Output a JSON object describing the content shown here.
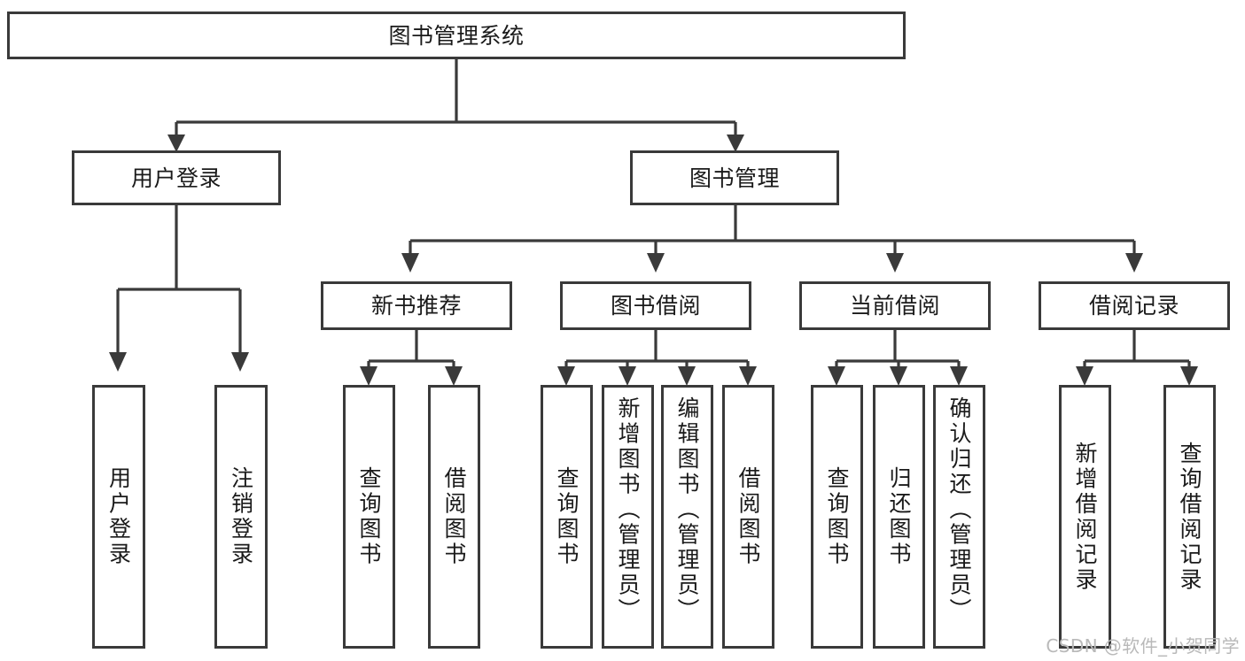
{
  "diagram": {
    "type": "tree",
    "title": "图书管理系统",
    "orientation": "top-down",
    "watermark": "CSDN @软件_小贺同学",
    "colors": {
      "stroke": "#3a3a3a",
      "box_fill": "#ffffff",
      "text": "#1a1a1a",
      "background": "#ffffff",
      "watermark": "#b9b9b9"
    },
    "nodes": {
      "root": {
        "label": "图书管理系统"
      },
      "level2": [
        {
          "id": "user-login",
          "label": "用户登录"
        },
        {
          "id": "book-manage",
          "label": "图书管理"
        }
      ],
      "level3": [
        {
          "id": "new-book-recommend",
          "label": "新书推荐"
        },
        {
          "id": "book-borrow",
          "label": "图书借阅"
        },
        {
          "id": "current-borrow",
          "label": "当前借阅"
        },
        {
          "id": "borrow-record",
          "label": "借阅记录"
        }
      ],
      "leaves": [
        {
          "id": "leaf-user-login",
          "label": "用户登录",
          "parent": "user-login"
        },
        {
          "id": "leaf-user-logout",
          "label": "注销登录",
          "parent": "user-login"
        },
        {
          "id": "leaf-query-book-1",
          "label": "查询图书",
          "parent": "new-book-recommend"
        },
        {
          "id": "leaf-borrow-book-1",
          "label": "借阅图书",
          "parent": "new-book-recommend"
        },
        {
          "id": "leaf-query-book-2",
          "label": "查询图书",
          "parent": "book-borrow"
        },
        {
          "id": "leaf-add-book",
          "label": "新增图书（管理员）",
          "parent": "book-borrow"
        },
        {
          "id": "leaf-edit-book",
          "label": "编辑图书（管理员）",
          "parent": "book-borrow"
        },
        {
          "id": "leaf-borrow-book-2",
          "label": "借阅图书",
          "parent": "book-borrow"
        },
        {
          "id": "leaf-query-book-3",
          "label": "查询图书",
          "parent": "current-borrow"
        },
        {
          "id": "leaf-return-book",
          "label": "归还图书",
          "parent": "current-borrow"
        },
        {
          "id": "leaf-confirm-return",
          "label": "确认归还（管理员）",
          "parent": "current-borrow"
        },
        {
          "id": "leaf-add-record",
          "label": "新增借阅记录",
          "parent": "borrow-record"
        },
        {
          "id": "leaf-query-record",
          "label": "查询借阅记录",
          "parent": "borrow-record"
        }
      ]
    }
  }
}
